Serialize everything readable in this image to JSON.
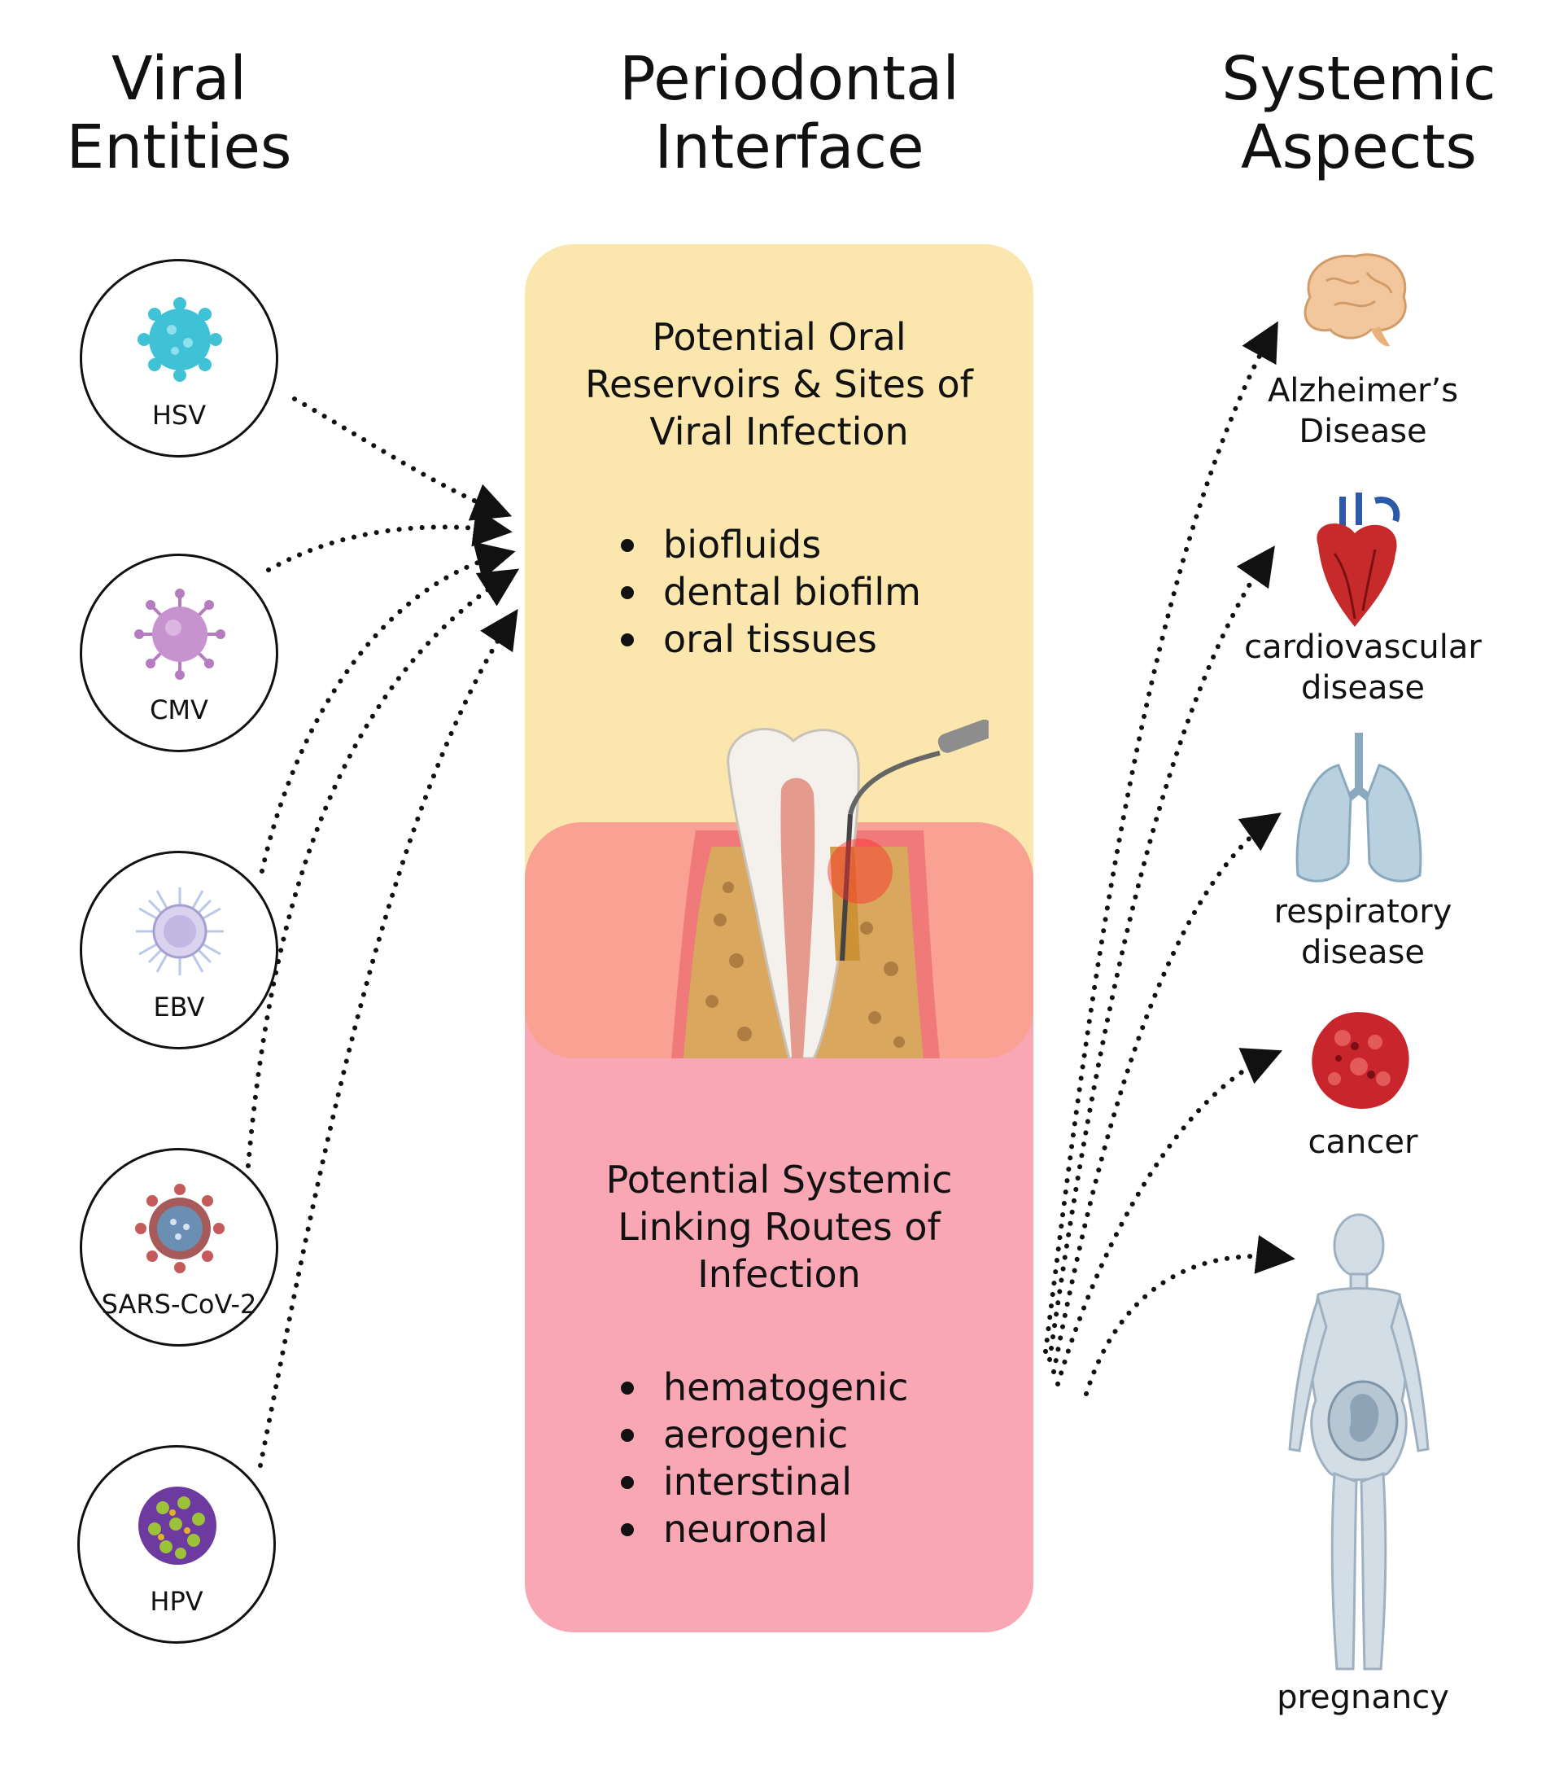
{
  "columns": {
    "left": {
      "line1": "Viral",
      "line2": "Entities"
    },
    "middle": {
      "line1": "Periodontal",
      "line2": "Interface"
    },
    "right": {
      "line1": "Systemic",
      "line2": "Aspects"
    }
  },
  "viruses": [
    {
      "label": "HSV",
      "icon": "hsv-virus-icon",
      "color": "#3fc1d6"
    },
    {
      "label": "CMV",
      "icon": "cmv-virus-icon",
      "color": "#b57cbf"
    },
    {
      "label": "EBV",
      "icon": "ebv-virus-icon",
      "color": "#c9c3e6"
    },
    {
      "label": "SARS-CoV-2",
      "icon": "sars-cov-2-virus-icon",
      "color": "#6a8fb3"
    },
    {
      "label": "HPV",
      "icon": "hpv-virus-icon",
      "color": "#7a9b3c"
    }
  ],
  "reservoir_panel": {
    "heading": [
      "Potential Oral",
      "Reservoirs & Sites of",
      "Viral Infection"
    ],
    "items": [
      "biofluids",
      "dental biofilm",
      "oral tissues"
    ],
    "color": "#fbe6ad"
  },
  "routes_panel": {
    "heading": [
      "Potential Systemic",
      "Linking Routes of",
      "Infection"
    ],
    "items": [
      "hematogenic",
      "aerogenic",
      "interstinal",
      "neuronal"
    ],
    "color": "#f9a7b4"
  },
  "tooth_illustration": {
    "icon": "periodontal-tooth-probe-icon"
  },
  "systemic_aspects": [
    {
      "lines": [
        "Alzheimer’s",
        "Disease"
      ],
      "icon": "brain-icon"
    },
    {
      "lines": [
        "cardiovascular",
        "disease"
      ],
      "icon": "heart-icon"
    },
    {
      "lines": [
        "respiratory",
        "disease"
      ],
      "icon": "lungs-icon"
    },
    {
      "lines": [
        "cancer"
      ],
      "icon": "tumor-icon"
    },
    {
      "lines": [
        "pregnancy"
      ],
      "icon": "pregnant-body-icon"
    }
  ]
}
